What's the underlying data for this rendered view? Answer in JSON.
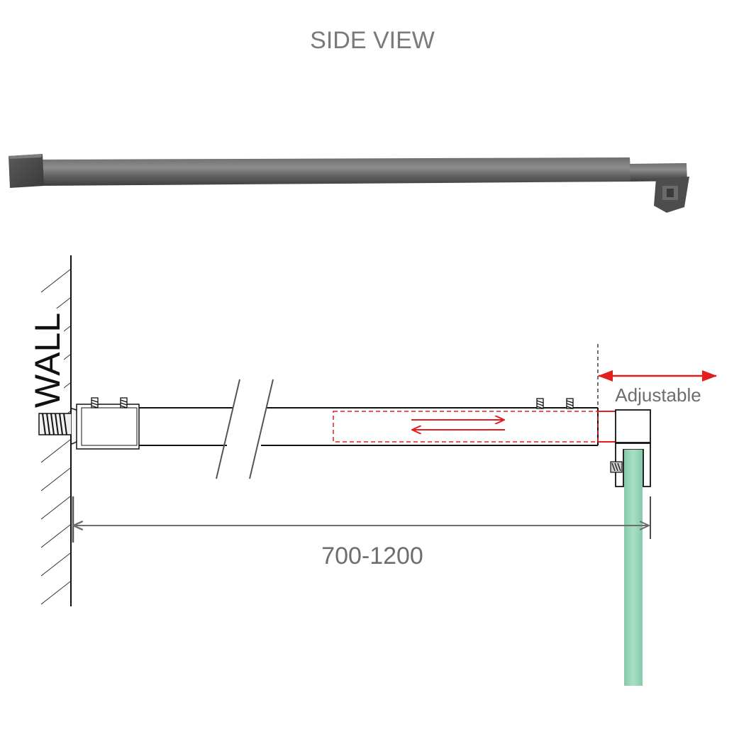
{
  "title": "SIDE VIEW",
  "wall_label": "WALL",
  "adjustable_label": "Adjustable",
  "dimension_label": "700-1200",
  "colors": {
    "text": "#7a7a7a",
    "line": "#111111",
    "red": "#e41e1e",
    "glass": "#9fd8bd",
    "bar_dark": "#4a4a4a",
    "bar_light": "#8a8a8a"
  }
}
